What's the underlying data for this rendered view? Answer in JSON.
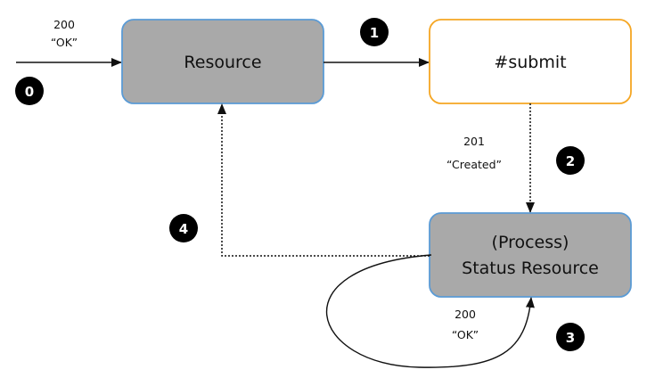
{
  "nodes": {
    "resource": {
      "label": "Resource"
    },
    "submit": {
      "label": "#submit"
    },
    "status": {
      "label_line1": "(Process)",
      "label_line2": "Status Resource"
    }
  },
  "edges": {
    "entry": {
      "code": "200",
      "text": "“OK”"
    },
    "created": {
      "code": "201",
      "text": "“Created”"
    },
    "loop": {
      "code": "200",
      "text": "“OK”"
    }
  },
  "steps": [
    "0",
    "1",
    "2",
    "3",
    "4"
  ],
  "colors": {
    "box_fill_gray": "#a9a9a9",
    "box_border_blue": "#5b9bd5",
    "box_border_orange": "#f5a623",
    "badge_fill": "#000000"
  }
}
